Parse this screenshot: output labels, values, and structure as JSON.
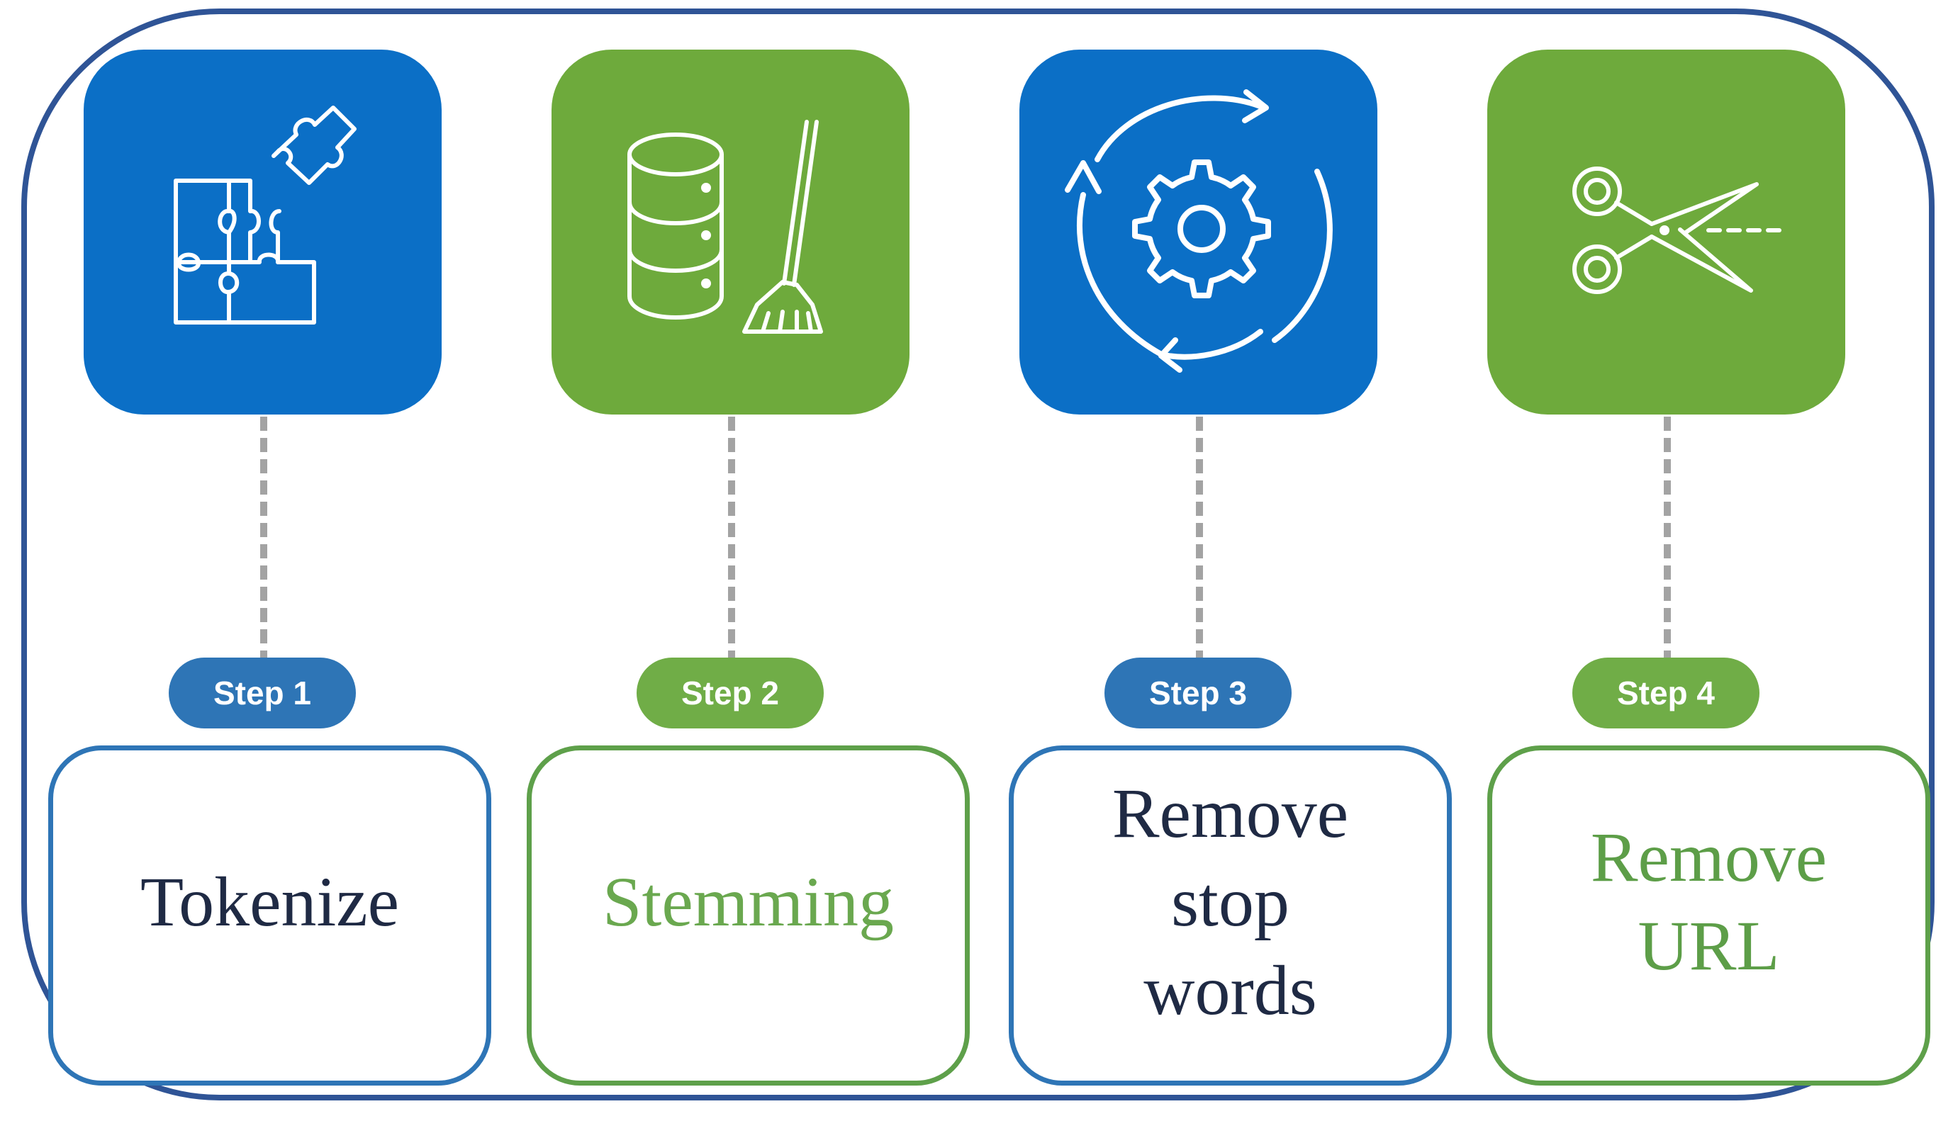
{
  "colors": {
    "blue": "#0b6fc6",
    "green": "#6eaa3c",
    "frame": "#2f5496",
    "dashed_line": "#a3a3a3",
    "label_dark": "#1f2a44",
    "label_green": "#6aa84f"
  },
  "steps": [
    {
      "badge": "Step 1",
      "label": "Tokenize",
      "icon": "puzzle-pieces-icon",
      "tile_color": "#0b6fc6",
      "badge_color": "#2e75b6",
      "box_border": "#2e75b6",
      "label_color": "#1f2a44"
    },
    {
      "badge": "Step 2",
      "label": "Stemming",
      "icon": "database-broom-icon",
      "tile_color": "#6eaa3c",
      "badge_color": "#70ad47",
      "box_border": "#5ea04a",
      "label_color": "#6aa84f"
    },
    {
      "badge": "Step 3",
      "label": "Remove\nstop\nwords",
      "icon": "gear-cycle-icon",
      "tile_color": "#0b6fc6",
      "badge_color": "#2e75b6",
      "box_border": "#2e75b6",
      "label_color": "#1f2a44"
    },
    {
      "badge": "Step 4",
      "label": "Remove\nURL",
      "icon": "scissors-icon",
      "tile_color": "#6eaa3c",
      "badge_color": "#70ad47",
      "box_border": "#5ea04a",
      "label_color": "#5d9e48"
    }
  ]
}
